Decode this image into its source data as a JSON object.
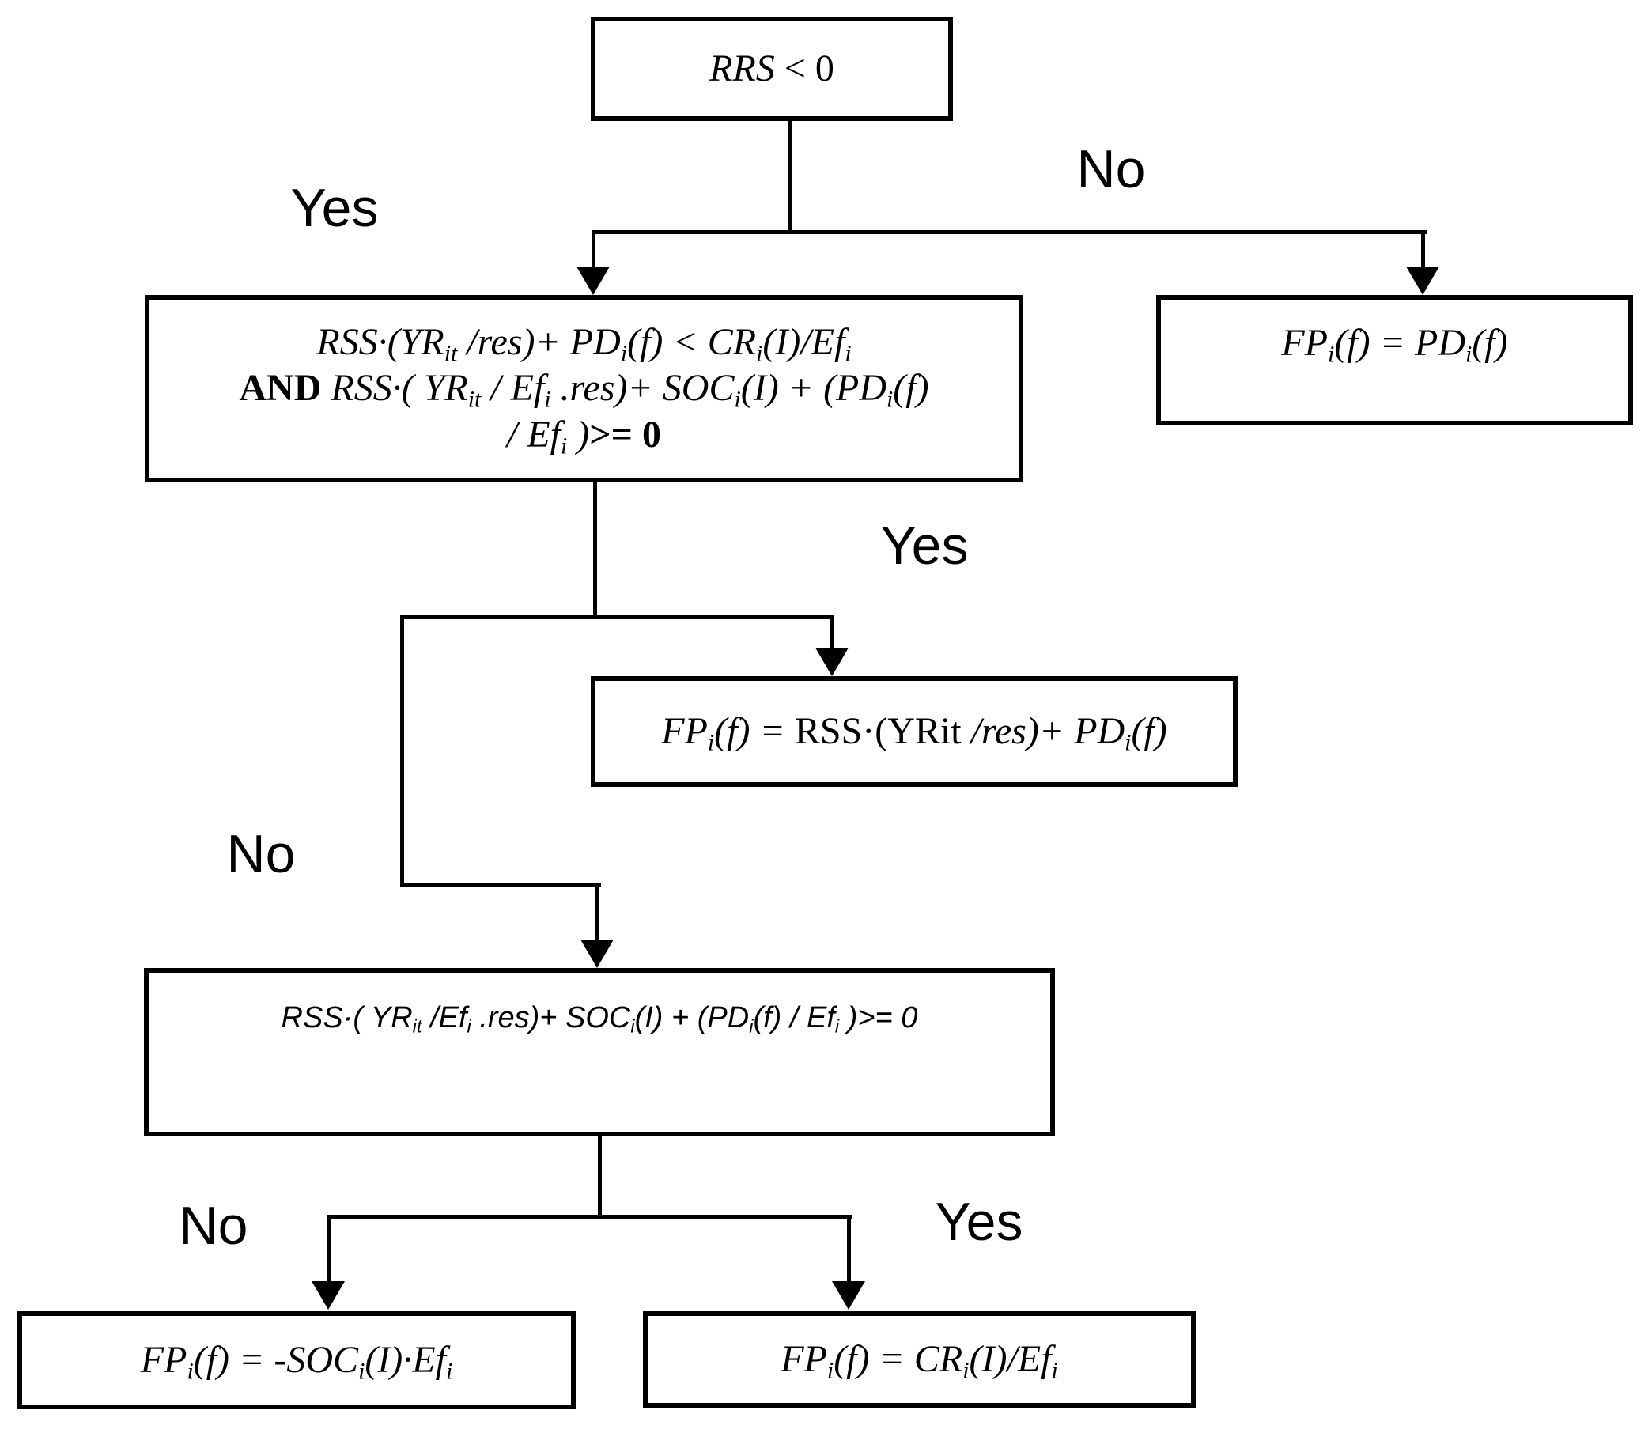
{
  "diagram": {
    "type": "flowchart",
    "background": "#ffffff",
    "stroke": "#000000",
    "labels": {
      "yes1": "Yes",
      "no1": "No",
      "yes2": "Yes",
      "no2": "No",
      "no3": "No",
      "yes3": "Yes"
    },
    "nodes": {
      "b1": {
        "role": "decision",
        "text": "RRS < 0",
        "parts": [
          {
            "t": "RRS ",
            "s": "it"
          },
          {
            "t": "< 0",
            "s": "rm"
          }
        ]
      },
      "b2": {
        "role": "decision",
        "text": "RSS·(YRit /res)+ PDi(f) < CRi(I)/Efi AND RSS·( YRit / Efi .res)+ SOCi(I) + (PDi(f) / Efi )>= 0",
        "lines": [
          [
            {
              "t": "RSS·(YR",
              "s": "it"
            },
            {
              "t": "it",
              "s": "sb"
            },
            {
              "t": " /res)+ PD",
              "s": "it"
            },
            {
              "t": "i",
              "s": "sb"
            },
            {
              "t": "(f) < CR",
              "s": "it"
            },
            {
              "t": "i",
              "s": "sb"
            },
            {
              "t": "(I)/Ef",
              "s": "it"
            },
            {
              "t": "i",
              "s": "sb"
            }
          ],
          [
            {
              "t": "AND ",
              "s": "bd"
            },
            {
              "t": "RSS·( YR",
              "s": "it"
            },
            {
              "t": "it",
              "s": "sb"
            },
            {
              "t": " / Ef",
              "s": "it"
            },
            {
              "t": "i",
              "s": "sb"
            },
            {
              "t": " .res)+ SOC",
              "s": "it"
            },
            {
              "t": "i",
              "s": "sb"
            },
            {
              "t": "(I) + (PD",
              "s": "it"
            },
            {
              "t": "i",
              "s": "sb"
            },
            {
              "t": "(f)",
              "s": "it"
            }
          ],
          [
            {
              "t": "/ Ef",
              "s": "it"
            },
            {
              "t": "i",
              "s": "sb"
            },
            {
              "t": " )",
              "s": "it"
            },
            {
              "t": ">= 0",
              "s": "bd"
            }
          ]
        ]
      },
      "bR": {
        "role": "result",
        "text": "FPi(f) = PDi(f)",
        "parts": [
          {
            "t": "FP",
            "s": "it"
          },
          {
            "t": "i",
            "s": "sb"
          },
          {
            "t": "(f) = PD",
            "s": "it"
          },
          {
            "t": "i",
            "s": "sb"
          },
          {
            "t": "(f)",
            "s": "it"
          }
        ]
      },
      "b3": {
        "role": "result",
        "text": "FPi(f) = RSS·(YRit /res)+ PDi(f)",
        "parts": [
          {
            "t": "FP",
            "s": "it"
          },
          {
            "t": "i",
            "s": "sb"
          },
          {
            "t": "(f) = ",
            "s": "it"
          },
          {
            "t": "RSS·(YRit ",
            "s": "rm"
          },
          {
            "t": "/res",
            "s": "it"
          },
          {
            "t": ")+ PD",
            "s": "it"
          },
          {
            "t": "i",
            "s": "sb"
          },
          {
            "t": "(f)",
            "s": "it"
          }
        ]
      },
      "b4": {
        "role": "decision",
        "text": "RSS·( YRit /Efi .res)+ SOCi(I) + (PDi(f) / Efi )>= 0",
        "parts": [
          {
            "t": "RSS·( YR",
            "s": "si"
          },
          {
            "t": "it",
            "s": "ss"
          },
          {
            "t": " /Ef",
            "s": "si"
          },
          {
            "t": "i",
            "s": "ss"
          },
          {
            "t": " .res)+ SOC",
            "s": "si"
          },
          {
            "t": "i",
            "s": "ss"
          },
          {
            "t": "(I) + (PD",
            "s": "si"
          },
          {
            "t": "i",
            "s": "ss"
          },
          {
            "t": "(f) / Ef",
            "s": "si"
          },
          {
            "t": "i",
            "s": "ss"
          },
          {
            "t": " )>= 0",
            "s": "si"
          }
        ]
      },
      "b5": {
        "role": "result",
        "text": "FPi(f) = -SOCi(I)·Efi",
        "parts": [
          {
            "t": "FP",
            "s": "it"
          },
          {
            "t": "i",
            "s": "sb"
          },
          {
            "t": "(f) = -SOC",
            "s": "it"
          },
          {
            "t": "i",
            "s": "sb"
          },
          {
            "t": "(I)·Ef",
            "s": "it"
          },
          {
            "t": "i",
            "s": "sb"
          }
        ]
      },
      "b6": {
        "role": "result",
        "text": "FPi(f) = CRi(I)/Efi",
        "parts": [
          {
            "t": "FP",
            "s": "it"
          },
          {
            "t": "i",
            "s": "sb"
          },
          {
            "t": "(f) = CR",
            "s": "it"
          },
          {
            "t": "i",
            "s": "sb"
          },
          {
            "t": "(I)/Ef",
            "s": "it"
          },
          {
            "t": "i",
            "s": "sb"
          }
        ]
      }
    }
  }
}
